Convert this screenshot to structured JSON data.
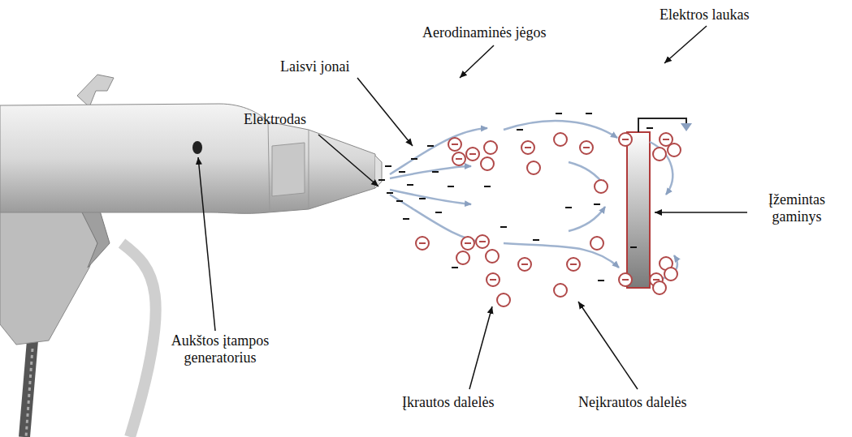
{
  "diagram": {
    "labels": [
      "Aerodinaminės jėgos",
      "Elektros laukas",
      "Laisvi jonai",
      "Elektrodas",
      "Įžemintas gaminys",
      "Aukštos įtampos generatorius",
      "Įkrautos dalelės",
      "Neįkrautos dalelės"
    ]
  }
}
